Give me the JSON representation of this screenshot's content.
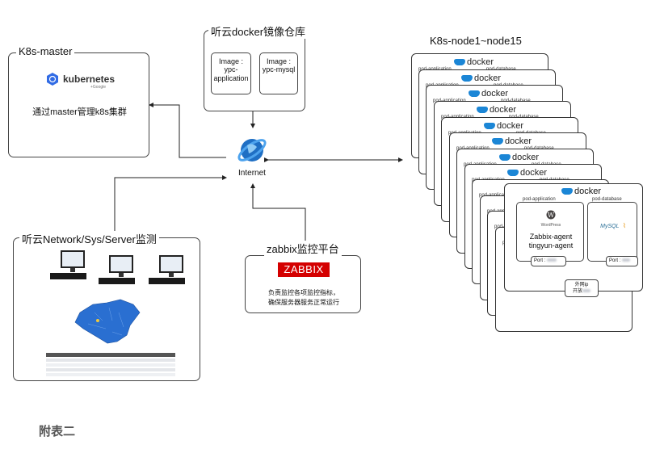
{
  "k8s_master": {
    "title": "K8s-master",
    "logo_text": "kubernetes",
    "logo_sub": "+Google",
    "desc": "通过master管理k8s集群"
  },
  "registry": {
    "title": "听云docker镜像仓库",
    "images": [
      {
        "label": "Image :",
        "name": "ypc-application"
      },
      {
        "label": "Image :",
        "name": "ypc-mysql"
      }
    ]
  },
  "internet": {
    "label": "Internet"
  },
  "nodes": {
    "title": "K8s-node1~node15",
    "docker_label": "docker",
    "pod_app": "pod-application",
    "pod_db": "pod-database",
    "wordpress": "WordPress",
    "mysql": "MySQL",
    "agent_line1": "Zabbix-agent",
    "agent_line2": "tingyun-agent",
    "port_label": "Port :",
    "open_line1": "外网ip",
    "open_line2": "开放"
  },
  "monitor": {
    "title": "听云Network/Sys/Server监测"
  },
  "zabbix": {
    "title": "zabbix监控平台",
    "logo": "ZABBIX",
    "desc_line1": "负责监控各项监控指标，",
    "desc_line2": "确保服务器服务正常运行"
  },
  "footer": {
    "caption": "附表二"
  },
  "colors": {
    "zabbix_red": "#d40000",
    "docker_blue": "#1b86d6",
    "k8s_blue": "#326ce5",
    "map_blue": "#2a6fd1"
  }
}
